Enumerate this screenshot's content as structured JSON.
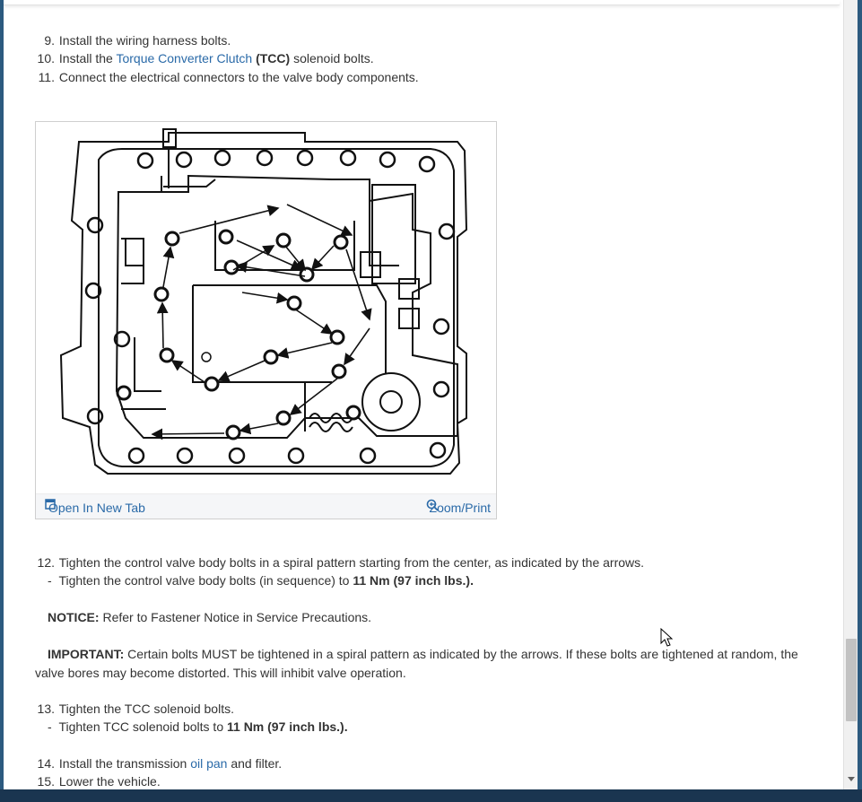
{
  "steps_top": [
    {
      "num": "9.",
      "text": "Install the wiring harness bolts."
    },
    {
      "num": "10.",
      "pre": "Install the ",
      "link": "Torque Converter Clutch",
      "bold": "(TCC)",
      "post": " solenoid bolts."
    },
    {
      "num": "11.",
      "text": "Connect the electrical connectors to the valve body components."
    }
  ],
  "figure": {
    "open_label": "Open In New Tab",
    "zoom_label": "Zoom/Print"
  },
  "step12": {
    "num": "12.",
    "text": "Tighten the control valve body bolts in a spiral pattern starting from the center, as indicated by the arrows.",
    "sub_pre": "Tighten the control valve body bolts (in sequence) to ",
    "sub_bold": "11 Nm (97 inch lbs.)."
  },
  "notice": {
    "label": "NOTICE:",
    "text": " Refer to Fastener Notice in Service Precautions."
  },
  "important": {
    "label": "IMPORTANT:",
    "line1": " Certain bolts MUST be tightened in a spiral pattern as indicated by the arrows. If these bolts are tightened at random, the",
    "line2": "valve bores may become distorted. This will inhibit valve operation."
  },
  "step13": {
    "num": "13.",
    "text": "Tighten the TCC solenoid bolts.",
    "sub_pre": "Tighten TCC solenoid bolts to ",
    "sub_bold": "11 Nm (97 inch lbs.)."
  },
  "step14": {
    "num": "14.",
    "pre": "Install the transmission ",
    "link": "oil pan",
    "post": " and filter."
  },
  "step15": {
    "num": "15.",
    "text": "Lower the vehicle."
  }
}
